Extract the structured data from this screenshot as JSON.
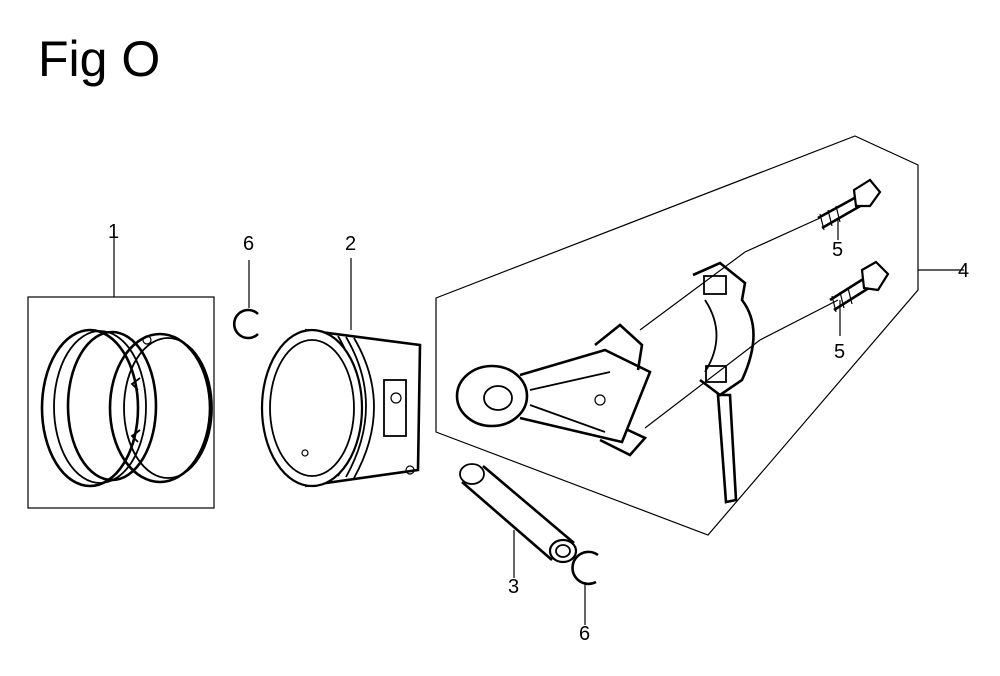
{
  "title": "Fig O",
  "callouts": {
    "piston_rings": "1",
    "piston": "2",
    "piston_pin": "3",
    "connecting_rod_assy": "4",
    "rod_bolt_upper": "5",
    "rod_bolt_lower": "5",
    "clip_top": "6",
    "clip_bottom": "6"
  }
}
